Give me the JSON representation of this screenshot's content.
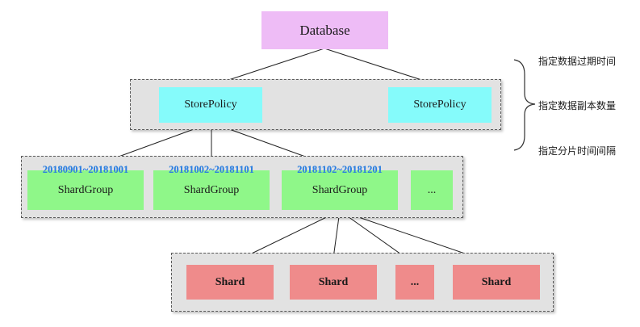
{
  "database": {
    "label": "Database"
  },
  "store_policies": [
    {
      "label": "StorePolicy"
    },
    {
      "label": "StorePolicy"
    }
  ],
  "shard_groups": [
    {
      "range": "20180901~20181001",
      "label": "ShardGroup"
    },
    {
      "range": "20181002~20181101",
      "label": "ShardGroup"
    },
    {
      "range": "20181102~20181201",
      "label": "ShardGroup"
    },
    {
      "range": "",
      "label": "..."
    }
  ],
  "shards": [
    {
      "label": "Shard"
    },
    {
      "label": "Shard"
    },
    {
      "label": "..."
    },
    {
      "label": "Shard"
    }
  ],
  "notes": [
    "指定数据过期时间",
    "指定数据副本数量",
    "指定分片时间间隔"
  ],
  "colors": {
    "database": "#eebcf6",
    "store_policy": "#85fbfb",
    "shard_group": "#8ff789",
    "shard": "#ef8b8b",
    "range_text": "#2c7fe0",
    "container": "#e2e2e2"
  }
}
